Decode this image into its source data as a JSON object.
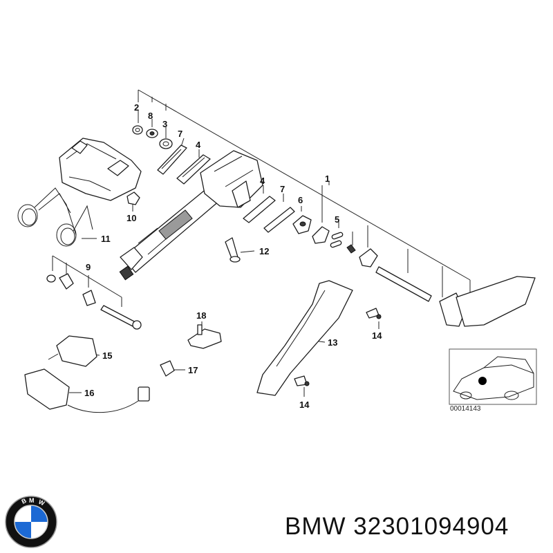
{
  "diagram": {
    "callouts": [
      {
        "id": "c1",
        "label": "1"
      },
      {
        "id": "c2",
        "label": "2"
      },
      {
        "id": "c8",
        "label": "8"
      },
      {
        "id": "c3",
        "label": "3"
      },
      {
        "id": "c7a",
        "label": "7"
      },
      {
        "id": "c4a",
        "label": "4"
      },
      {
        "id": "c4b",
        "label": "4"
      },
      {
        "id": "c7b",
        "label": "7"
      },
      {
        "id": "c6",
        "label": "6"
      },
      {
        "id": "c5",
        "label": "5"
      },
      {
        "id": "c9",
        "label": "9"
      },
      {
        "id": "c10",
        "label": "10"
      },
      {
        "id": "c11",
        "label": "11"
      },
      {
        "id": "c12",
        "label": "12"
      },
      {
        "id": "c13",
        "label": "13"
      },
      {
        "id": "c14a",
        "label": "14"
      },
      {
        "id": "c14b",
        "label": "14"
      },
      {
        "id": "c15",
        "label": "15"
      },
      {
        "id": "c16",
        "label": "16"
      },
      {
        "id": "c17",
        "label": "17"
      },
      {
        "id": "c18",
        "label": "18"
      }
    ],
    "inset_id": "00014143"
  },
  "brand": {
    "name": "BMW",
    "part_number": "32301094904",
    "text": "BMW 32301094904",
    "logo_letters": "BMW",
    "logo_colors": {
      "blue": "#1c69d4",
      "black": "#111111",
      "white": "#ffffff"
    }
  }
}
